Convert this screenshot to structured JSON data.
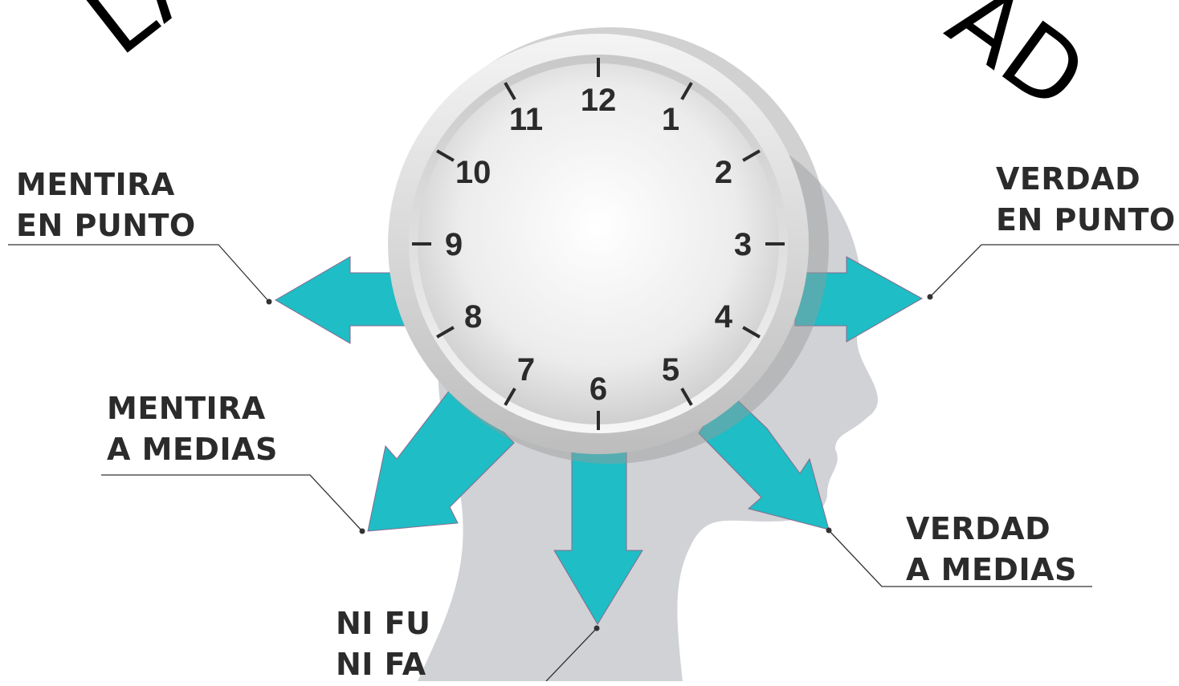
{
  "title": {
    "left_text": "LA",
    "right_text": "AD"
  },
  "clock": {
    "numbers": [
      "12",
      "1",
      "2",
      "3",
      "4",
      "5",
      "6",
      "7",
      "8",
      "9",
      "10",
      "11"
    ]
  },
  "labels": {
    "mentira_en_punto": {
      "line1": "MENTIRA",
      "line2": "EN PUNTO"
    },
    "verdad_en_punto": {
      "line1": "VERDAD",
      "line2": "EN PUNTO"
    },
    "mentira_a_medias": {
      "line1": "MENTIRA",
      "line2": "A MEDIAS"
    },
    "verdad_a_medias": {
      "line1": "VERDAD",
      "line2": "A MEDIAS"
    },
    "ni_fu_ni_fa": {
      "line1": "NI FU",
      "line2": "NI FA"
    }
  },
  "colors": {
    "arrow": "#1fbdc5",
    "head_silhouette": "#d0d2d6",
    "clock_rim": "#e8e8e8",
    "text": "#2b2b2b"
  }
}
